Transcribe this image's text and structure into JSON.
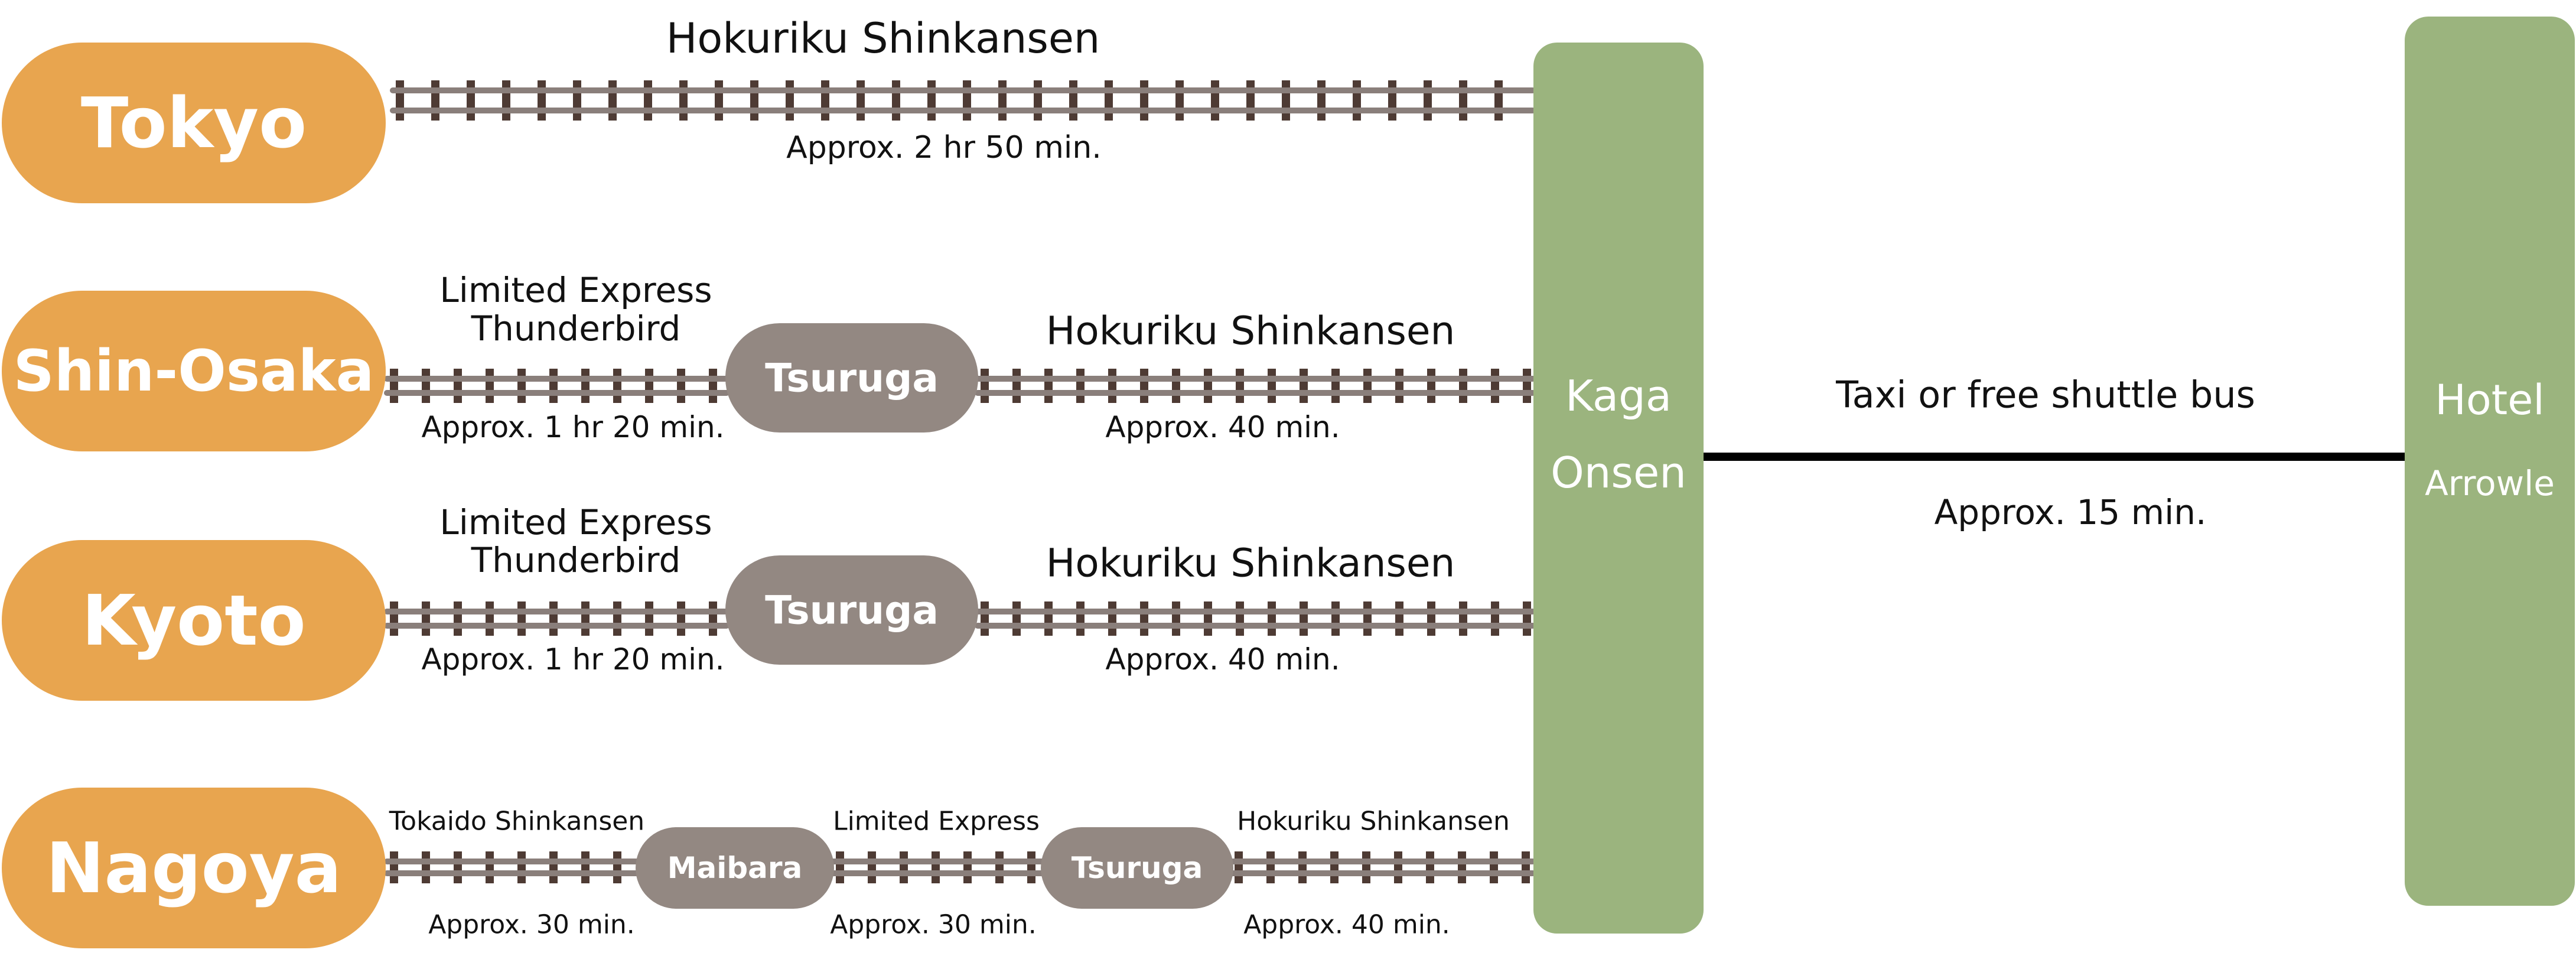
{
  "colors": {
    "origin": "#e8a54f",
    "transfer": "#938882",
    "destination": "#9bb47e",
    "rail": "#8a7f7b",
    "tie": "#4e3b34",
    "road": "#000000",
    "text": "#111111"
  },
  "routes": {
    "tokyo": {
      "origin": "Tokyo",
      "line": "Hokuriku Shinkansen",
      "time": "Approx. 2 hr 50 min."
    },
    "shin_osaka": {
      "origin": "Shin-Osaka",
      "line1_a": "Limited Express",
      "line1_b": "Thunderbird",
      "time1": "Approx. 1 hr 20 min.",
      "transfer": "Tsuruga",
      "line2": "Hokuriku Shinkansen",
      "time2": "Approx. 40 min."
    },
    "kyoto": {
      "origin": "Kyoto",
      "line1_a": "Limited Express",
      "line1_b": "Thunderbird",
      "time1": "Approx. 1 hr 20 min.",
      "transfer": "Tsuruga",
      "line2": "Hokuriku Shinkansen",
      "time2": "Approx. 40 min."
    },
    "nagoya": {
      "origin": "Nagoya",
      "line1": "Tokaido Shinkansen",
      "time1": "Approx. 30 min.",
      "transfer1": "Maibara",
      "line2": "Limited Express",
      "time2": "Approx. 30 min.",
      "transfer2": "Tsuruga",
      "line3": "Hokuriku Shinkansen",
      "time3": "Approx. 40 min."
    }
  },
  "kaga_onsen": {
    "line1": "Kaga",
    "line2": "Onsen"
  },
  "transfer_to_hotel": {
    "mode": "Taxi or free shuttle bus",
    "time": "Approx. 15 min."
  },
  "hotel": {
    "line1": "Hotel",
    "line2": "Arrowle"
  }
}
